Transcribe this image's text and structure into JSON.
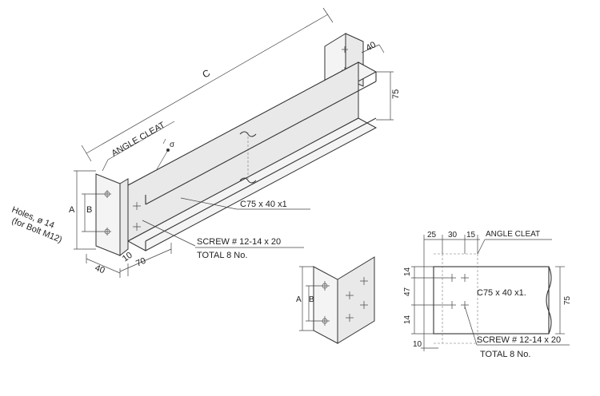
{
  "iso": {
    "c_label": "C",
    "cleat_label": "ANGLE CLEAT",
    "section_label": "C75 x 40 x1",
    "screw_label": "SCREW # 12-14 x 20",
    "total_label": "TOTAL 8 No.",
    "holes_line1": "Holes, ø 14",
    "holes_line2": "(for Bolt M12)",
    "dim_a": "A",
    "dim_b": "B",
    "dim_40_top": "40",
    "dim_75": "75",
    "dim_40_bottom": "40",
    "dim_10": "10",
    "dim_70": "70"
  },
  "cleat_detail": {
    "dim_a": "A",
    "dim_b": "B"
  },
  "elevation": {
    "dim_25": "25",
    "dim_30": "30",
    "dim_15": "15",
    "cleat_label": "ANGLE CLEAT",
    "dim_14_top": "14",
    "dim_47": "47",
    "dim_14_bottom": "14",
    "section_label": "C75 x 40 x1.",
    "dim_75": "75",
    "dim_10": "10",
    "screw_label": "SCREW # 12-14 x 20",
    "total_label": "TOTAL 8 No."
  }
}
